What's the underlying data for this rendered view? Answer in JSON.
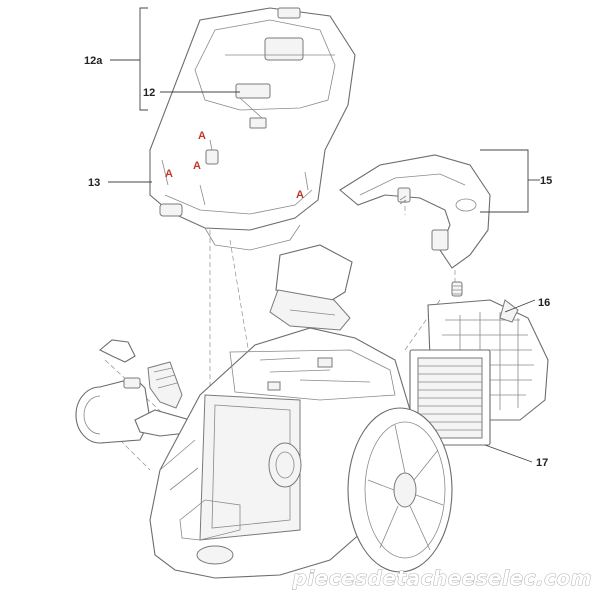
{
  "callouts": {
    "c12a": "12a",
    "c12": "12",
    "c13": "13",
    "c15": "15",
    "c16": "16",
    "c17": "17"
  },
  "markers": {
    "a1": "A",
    "a2": "A",
    "a3": "A",
    "a4": "A"
  },
  "watermark": "piecesdetacheeselec.com",
  "colors": {
    "marker": "#c0392b",
    "outline": "#6d6d6d"
  }
}
